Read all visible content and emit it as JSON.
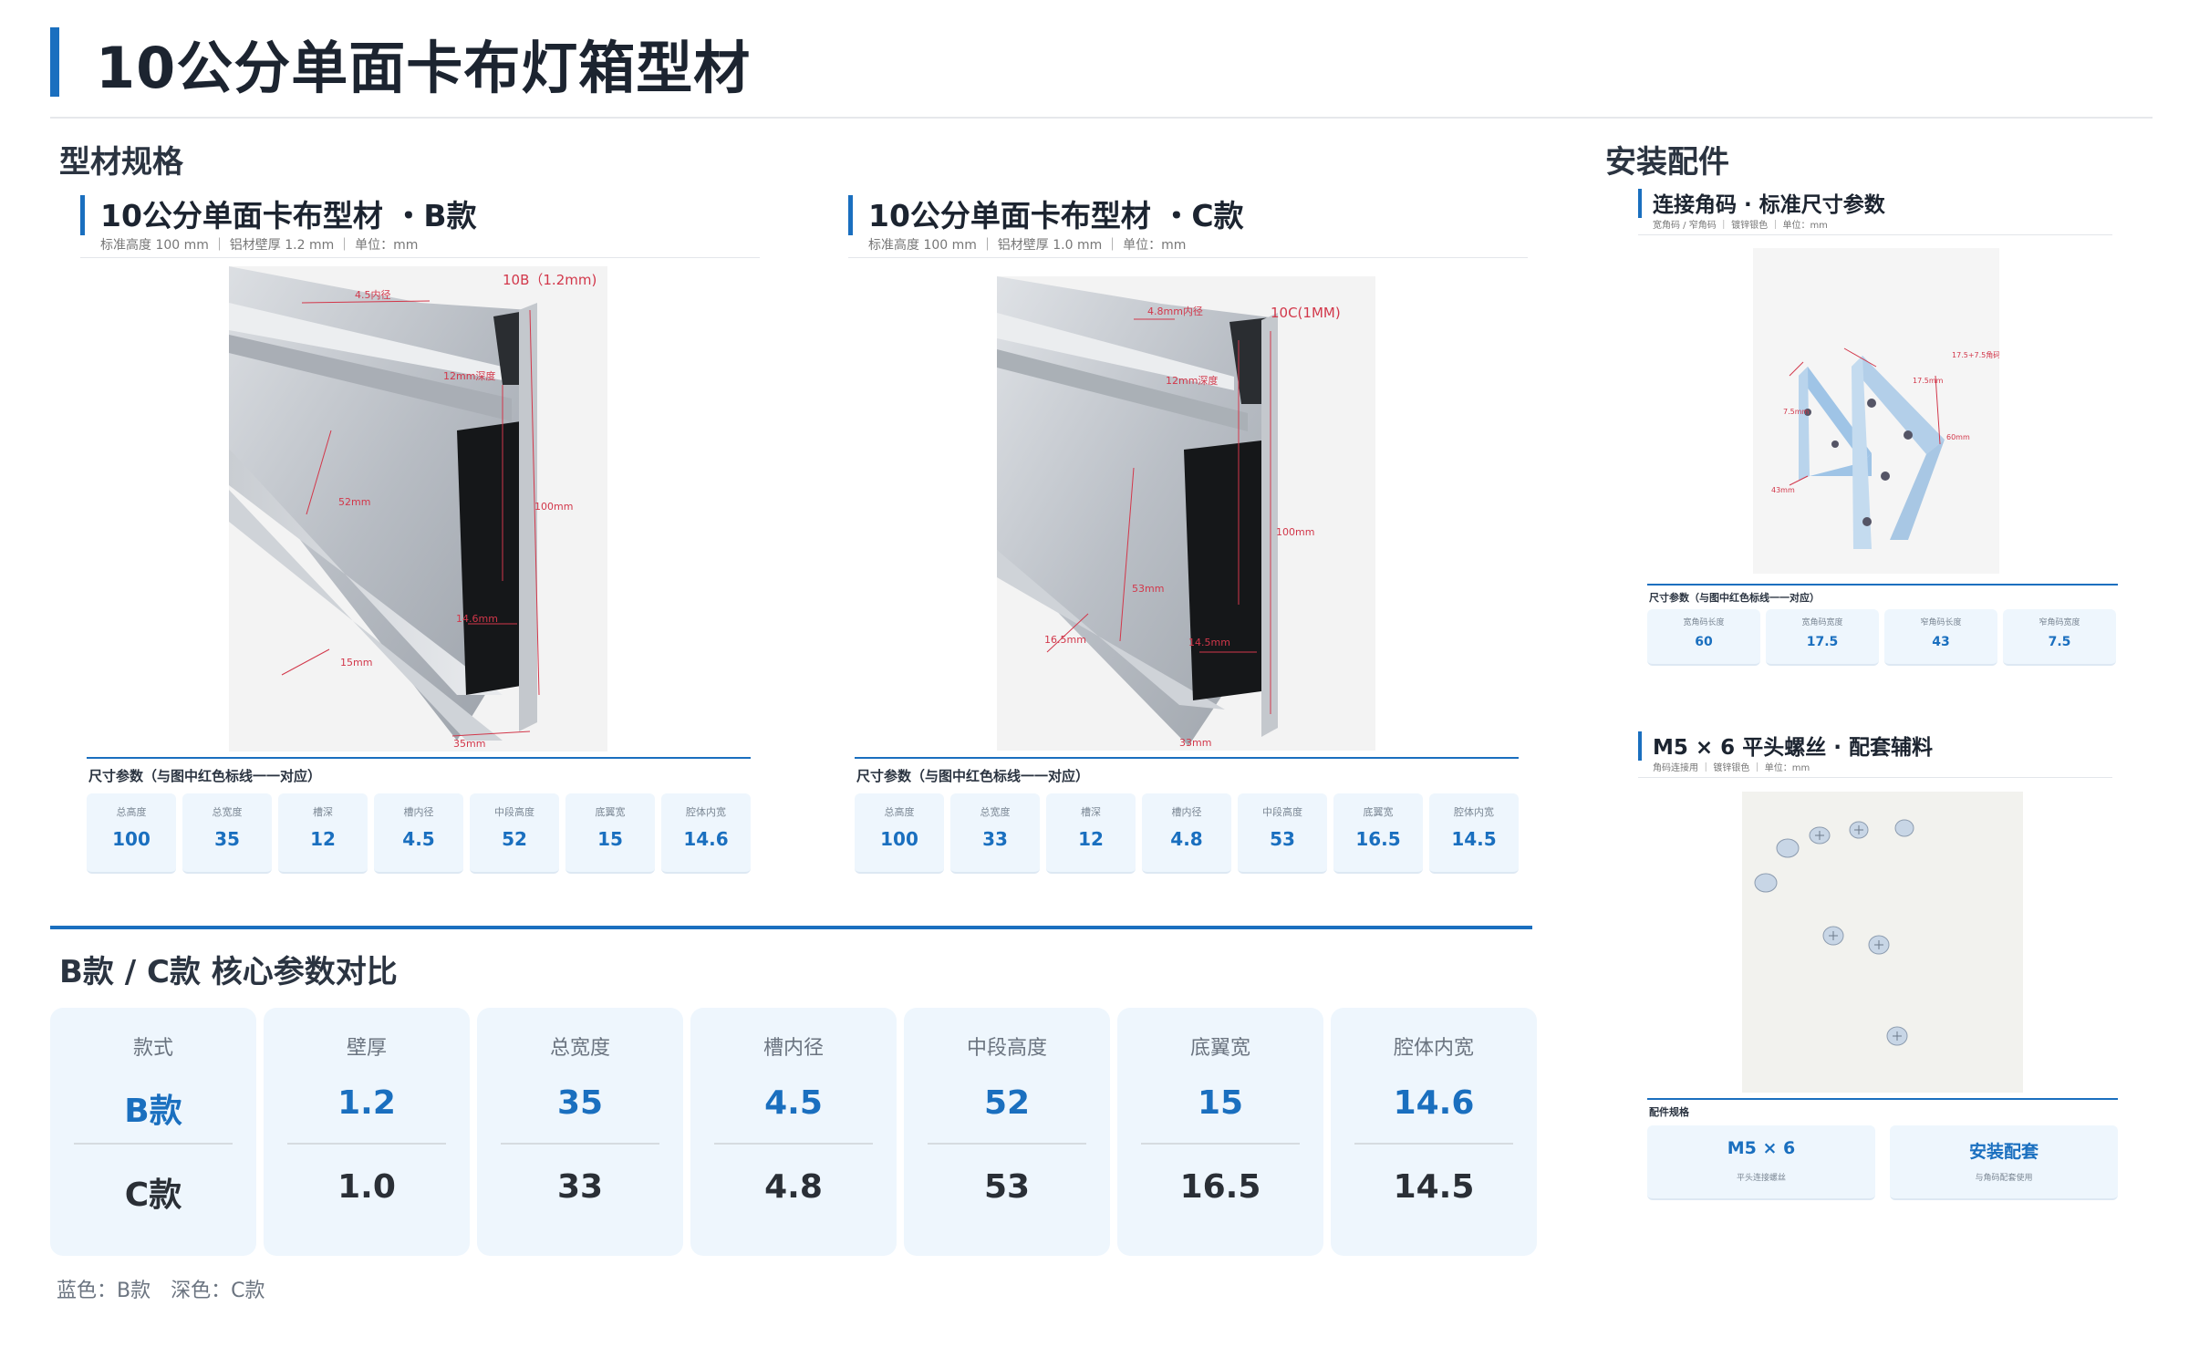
{
  "page": {
    "title": "10公分单面卡布灯箱型材"
  },
  "profiles_section": {
    "heading": "型材规格",
    "params_label": "尺寸参数（与图中红色标线一一对应）",
    "param_labels": [
      "总高度",
      "总宽度",
      "槽深",
      "槽内径",
      "中段高度",
      "底翼宽",
      "腔体内宽"
    ],
    "b": {
      "title": "10公分单面卡布型材 ・B款",
      "meta": "标准高度 100 mm ｜ 铝材壁厚 1.2 mm ｜ 单位：mm",
      "photo_label": "10B（1.2mm)",
      "annotations": {
        "slot_inner": "4.5内径",
        "slot_depth": "12mm深度",
        "height": "100mm",
        "middle": "52mm",
        "cavity": "14.6mm",
        "flange": "15mm",
        "width": "35mm"
      },
      "values": [
        "100",
        "35",
        "12",
        "4.5",
        "52",
        "15",
        "14.6"
      ]
    },
    "c": {
      "title": "10公分单面卡布型材 ・C款",
      "meta": "标准高度 100 mm ｜ 铝材壁厚 1.0 mm ｜ 单位：mm",
      "photo_label": "10C(1MM)",
      "annotations": {
        "slot_inner": "4.8mm内径",
        "slot_depth": "12mm深度",
        "height": "100mm",
        "middle": "53mm",
        "cavity": "14.5mm",
        "flange": "16.5mm",
        "width": "33mm"
      },
      "values": [
        "100",
        "33",
        "12",
        "4.8",
        "53",
        "16.5",
        "14.5"
      ]
    }
  },
  "comparison": {
    "heading": "B款 / C款 核心参数对比",
    "columns": [
      {
        "header": "款式",
        "b": "B款",
        "c": "C款"
      },
      {
        "header": "壁厚",
        "b": "1.2",
        "c": "1.0"
      },
      {
        "header": "总宽度",
        "b": "35",
        "c": "33"
      },
      {
        "header": "槽内径",
        "b": "4.5",
        "c": "4.8"
      },
      {
        "header": "中段高度",
        "b": "52",
        "c": "53"
      },
      {
        "header": "底翼宽",
        "b": "15",
        "c": "16.5"
      },
      {
        "header": "腔体内宽",
        "b": "14.6",
        "c": "14.5"
      }
    ],
    "legend": "蓝色：B款　深色：C款"
  },
  "accessories": {
    "heading": "安装配件",
    "bracket": {
      "title": "连接角码 · 标准尺寸参数",
      "meta": "宽角码 / 窄角码 ｜ 镀锌银色 ｜ 单位：mm",
      "annotations": {
        "a": "17.5+7.5角码",
        "b": "17.5mm",
        "c": "7.5mm",
        "d": "60mm",
        "e": "43mm"
      },
      "params_label": "尺寸参数（与图中红色标线一一对应）",
      "param_labels": [
        "宽角码长度",
        "宽角码宽度",
        "窄角码长度",
        "窄角码宽度"
      ],
      "values": [
        "60",
        "17.5",
        "43",
        "7.5"
      ]
    },
    "screw": {
      "title": "M5 × 6 平头螺丝 · 配套辅料",
      "meta": "角码连接用 ｜ 镀锌银色 ｜ 单位：mm",
      "params_label": "配件规格",
      "specs": [
        {
          "value": "M5 × 6",
          "desc": "平头连接螺丝"
        },
        {
          "value": "安装配套",
          "desc": "与角码配套使用"
        }
      ]
    }
  },
  "colors": {
    "accent": "#1a6fbf",
    "annotation": "#d2374a",
    "dark": "#1c2430",
    "cell_bg": "#eef6fd"
  }
}
